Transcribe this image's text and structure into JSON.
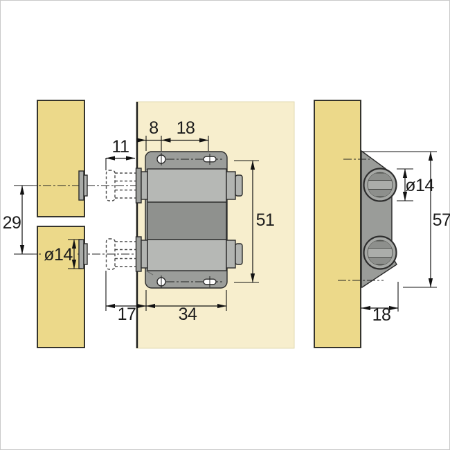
{
  "drawing": {
    "type": "hardware-catalog-technical-drawing",
    "subject": "magnetic pressure catch, double, with counterplates",
    "views": {
      "door_section_view": "door panel cross-section with two counterplates",
      "front_view": "catch front view mounted on cabinet panel",
      "side_view": "catch side view mounted on panel edge"
    },
    "dimensions": {
      "door_plate_spacing": "29",
      "door_plate_diameter": "ø14",
      "hole_edge_offset": "8",
      "hole_spacing": "18",
      "plunger_stroke": "11",
      "mounting_hole_distance": "51",
      "edge_to_body": "17",
      "body_width": "34",
      "magnet_diameter": "ø14",
      "body_height": "57",
      "body_depth": "18"
    },
    "colors": {
      "paper": "#ffffff",
      "frame": "#c9c9c9",
      "wood": "#ecd98a",
      "wood_border": "#35342c",
      "cream_panel": "#f7eecd",
      "body_light": "#b6b8b5",
      "body_mid": "#8f918e",
      "plate_gray": "#9b9d9a",
      "side_gray": "#9a9c99",
      "outline": "#2b2b2b",
      "dim_line": "#111111"
    }
  }
}
